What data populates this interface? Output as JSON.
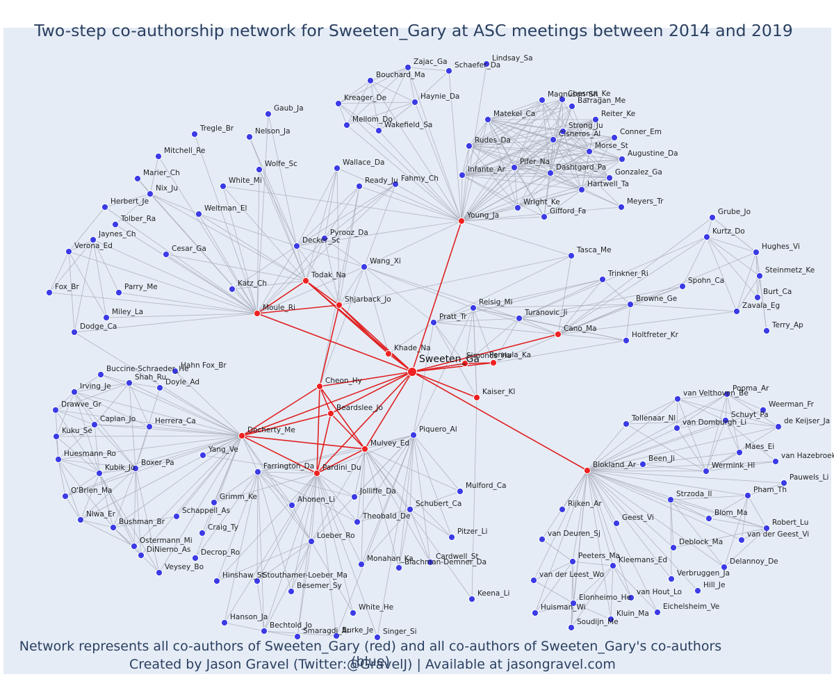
{
  "title": "Two-step co-authorship network for Sweeten_Gary at ASC meetings between 2014 and 2019",
  "caption_line1": "Network represents all co-authors of Sweeten_Gary (red) and all co-authors of Sweeten_Gary's co-authors (blue)",
  "caption_line2": "Created by Jason Gravel (Twitter:@GravelJ) | Available at jasongravel.com",
  "colors": {
    "red": "#ee2222",
    "blue": "#3b3be6",
    "edge_red": "#e02020",
    "edge_gray": "#a8aab8",
    "background": "#e5ecf6",
    "text": "#2a3f5f"
  },
  "network": {
    "center": "Sweeten_Ga",
    "red_nodes": [
      "Young_Ja",
      "Todak_Na",
      "Shjarback_Jo",
      "Moule_Ri",
      "Khade_Na",
      "Simonds_Ha",
      "Pennula_Ka",
      "Cano_Ma",
      "Kaiser_Kl",
      "Cheon_Hy",
      "Beardslee_Jo",
      "Docherty_Me",
      "Mulvey_Ed",
      "Pardini_Du",
      "Blokland_Ar"
    ],
    "blue_nodes": [
      "Zajac_Ga",
      "Schaefer_Da",
      "Lindsay_Sa",
      "Bouchard_Ma",
      "Kreager_De",
      "Haynie_Da",
      "Mellom_Do",
      "Wakefield_Sa",
      "Chesnut_Ke",
      "Magnuson_Sh",
      "Barragan_Me",
      "Matekel_Ca",
      "Reiter_Ke",
      "Strong_Ju",
      "Cisneros_Al",
      "Conner_Em",
      "Rudes_Da",
      "Morse_St",
      "Augustine_Da",
      "Pifer_Na",
      "Dashtgard_Pa",
      "Infante_Ar",
      "Gonzalez_Ga",
      "Hartwell_Ta",
      "Wright_Ke",
      "Gifford_Fa",
      "Meyers_Tr",
      "Gaub_Ja",
      "Tregle_Br",
      "Nelson_Ja",
      "Mitchell_Re",
      "Wolfe_Sc",
      "Wallace_Da",
      "Marier_Ch",
      "White_Mi",
      "Ready_Ju",
      "Fahmy_Ch",
      "Nix_Ju",
      "Herbert_Je",
      "Weltman_El",
      "Tolber_Ra",
      "Jaynes_Ch",
      "Verona_Ed",
      "Pyrooz_Da",
      "Decker_Sc",
      "Cesar_Ga",
      "Wang_Xi",
      "Tasca_Me",
      "Katz_Ch",
      "Fox_Br",
      "Parry_Me",
      "Miley_La",
      "Dodge_Ca",
      "Grube_Jo",
      "Kurtz_Do",
      "Hughes_Vi",
      "Steinmetz_Ke",
      "Burt_Ca",
      "Zavala_Eg",
      "Terry_Ap",
      "Spohn_Ca",
      "Trinkner_Ri",
      "Browne_Ge",
      "Reisig_Mi",
      "Pratt_Tr",
      "Turanovic_Ji",
      "Holtfreter_Kr",
      "Hahn Fox_Br",
      "Buccine-Schraeder_He",
      "Shah_Ru",
      "Doyle_Ad",
      "Irving_Je",
      "Drawve_Gr",
      "Caplan_Jo",
      "Herrera_Ca",
      "Kuku_Se",
      "Huesmann_Ro",
      "Yang_Ve",
      "Kubik_Jo",
      "Boxer_Pa",
      "O'Brien_Ma",
      "Farrington_Da",
      "Piquero_Al",
      "Mulford_Ca",
      "Grimm_Ke",
      "Ahonen_Li",
      "Jolliffe_Da",
      "Nlwa_Er",
      "Schappell_As",
      "Bushman_Br",
      "Schubert_Ca",
      "Theobald_De",
      "Craig_Ty",
      "Ostermann_Mi",
      "DiNierno_As",
      "Pitzer_Li",
      "Loeber_Ro",
      "Veysey_Bo",
      "Decrop_Ro",
      "Cardwell_St",
      "Monahan_Ka",
      "Blachman-Demner_Da",
      "Hinshaw_St",
      "Stouthamer-Loeber_Ma",
      "Besemer_Sy",
      "Keena_Li",
      "White_He",
      "Hanson_Ja",
      "Bechtold_Jo",
      "Smaragdi_Ar",
      "Burke_Je",
      "Singer_Si",
      "van Velthoven_Be",
      "Popma_Ar",
      "Weerman_Fr",
      "Schuyt_Pa",
      "de Keijser_Ja",
      "Tollenaar_Nl",
      "van Domburgh_Li",
      "Maes_Ei",
      "van Hazebroek_Be",
      "Been_Ji",
      "Wermink_Hl",
      "Pauwels_Li",
      "Pham_Th",
      "Strzoda_Il",
      "Rijken_Ar",
      "Blom_Ma",
      "Robert_Lu",
      "Geest_Vi",
      "van der Geest_Vi",
      "van Deuren_Sj",
      "Deblock_Ma",
      "Peeters_Ma",
      "Kleemans_Ed",
      "Delannoy_De",
      "van der Leest_Wo",
      "Verbruggen_Ja",
      "Hill_Je",
      "Elonheimo_He",
      "van Hout_Lo",
      "Huisman_Wi",
      "Eichelsheim_Ve",
      "Kluin_Ma",
      "Soudijn_Me"
    ]
  }
}
